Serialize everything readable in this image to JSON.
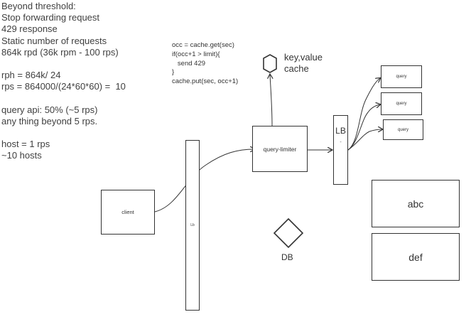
{
  "notes": [
    "Beyond threshold:",
    "Stop forwarding request",
    "429 response",
    "Static number of requests",
    "864k rpd (36k rpm - 100 rps)",
    "",
    "rph = 864k/ 24",
    "rps = 864000/(24*60*60) =  10",
    "",
    "query api: 50% (~5 rps)",
    "any thing beyond 5 rps.",
    "",
    "host = 1 rps",
    "~10 hosts"
  ],
  "code": [
    "occ = cache.get(sec)",
    "if(occ+1 > limit){",
    "   send 429",
    "}",
    "cache.put(sec, occ+1)"
  ],
  "nodes": {
    "client": "client",
    "lb_left": "Lb",
    "query_limiter": "query-limiter",
    "lb_right": "LB",
    "lb_right_dash": "-",
    "query_1": "query",
    "query_2": "query",
    "query_3": "query",
    "cache_line1": "key,value",
    "cache_line2": "cache",
    "db": "DB",
    "abc": "abc",
    "def": "def"
  },
  "colors": {
    "stroke": "#333333",
    "text": "#404040"
  }
}
